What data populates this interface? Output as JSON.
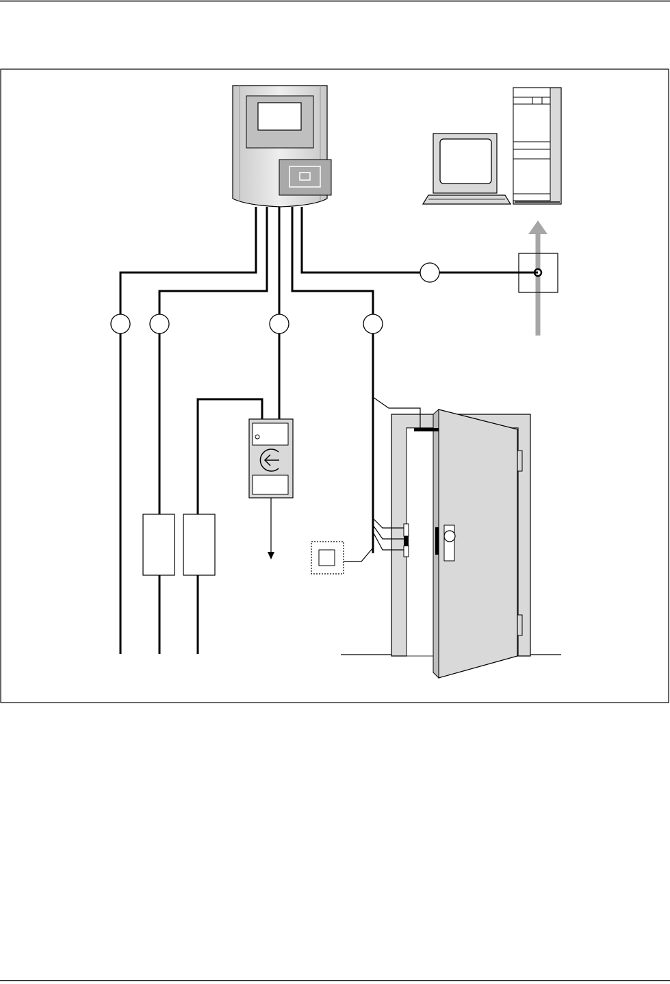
{
  "diagram": {
    "components": [
      {
        "id": "controller",
        "icon": "access-controller-icon"
      },
      {
        "id": "workstation",
        "icon": "desktop-computer-icon"
      },
      {
        "id": "server",
        "icon": "tower-server-icon"
      },
      {
        "id": "network-socket",
        "icon": "network-socket-icon"
      },
      {
        "id": "wall-reader",
        "icon": "card-reader-icon"
      },
      {
        "id": "exit-button",
        "icon": "exit-button-icon"
      },
      {
        "id": "door",
        "icon": "door-icon"
      },
      {
        "id": "relay-box-1",
        "icon": "relay-box-icon"
      },
      {
        "id": "relay-box-2",
        "icon": "relay-box-icon"
      }
    ],
    "connection_markers": 5,
    "colors": {
      "line": "#000000",
      "device_fill": "#d9d9d9",
      "device_dark": "#bdbdbd",
      "network_arrow": "#a6a6a6"
    }
  }
}
